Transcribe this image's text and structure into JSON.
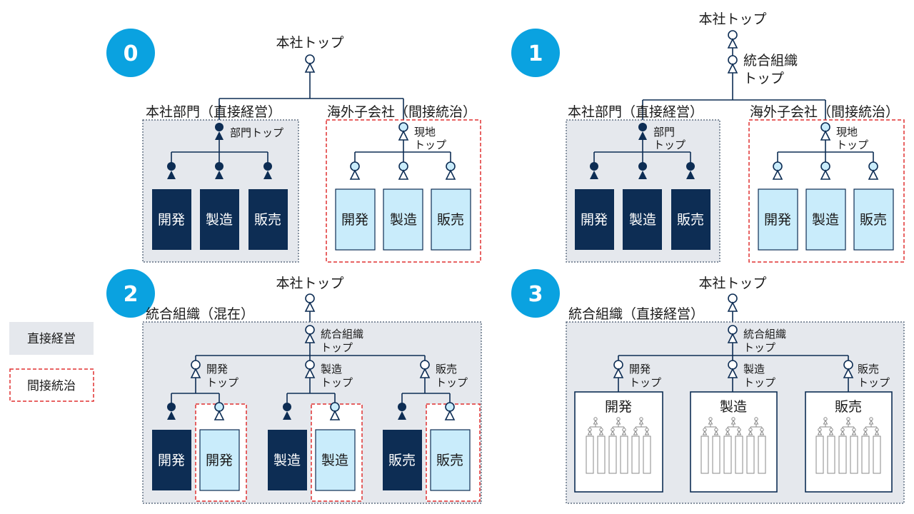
{
  "colors": {
    "navy": "#0d2d54",
    "light_blue": "#c9ecfb",
    "badge_blue": "#0aa2e0",
    "direct_bg": "#e5e8ed",
    "indirect_border": "#e03030"
  },
  "labels": {
    "hq_top": "本社トップ",
    "integrated_top_1": "統合組織",
    "integrated_top_2": "トップ",
    "hq_div_direct": "本社部門（直接経営）",
    "overseas_indirect": "海外子会社（間接統治）",
    "dept_top": "部門トップ",
    "dept_top_1": "部門",
    "dept_top_2": "トップ",
    "local_top_1": "現地",
    "local_top_2": "トップ",
    "dev": "開発",
    "mfg": "製造",
    "sales": "販売",
    "dev_top_1": "開発",
    "mfg_top_1": "製造",
    "sales_top_1": "販売",
    "top_suffix": "トップ",
    "integrated_mixed": "統合組織（混在）",
    "integrated_direct": "統合組織（直接経営）"
  },
  "badges": [
    "0",
    "1",
    "2",
    "3"
  ],
  "legend": {
    "direct": "直接経営",
    "indirect": "間接統治"
  }
}
